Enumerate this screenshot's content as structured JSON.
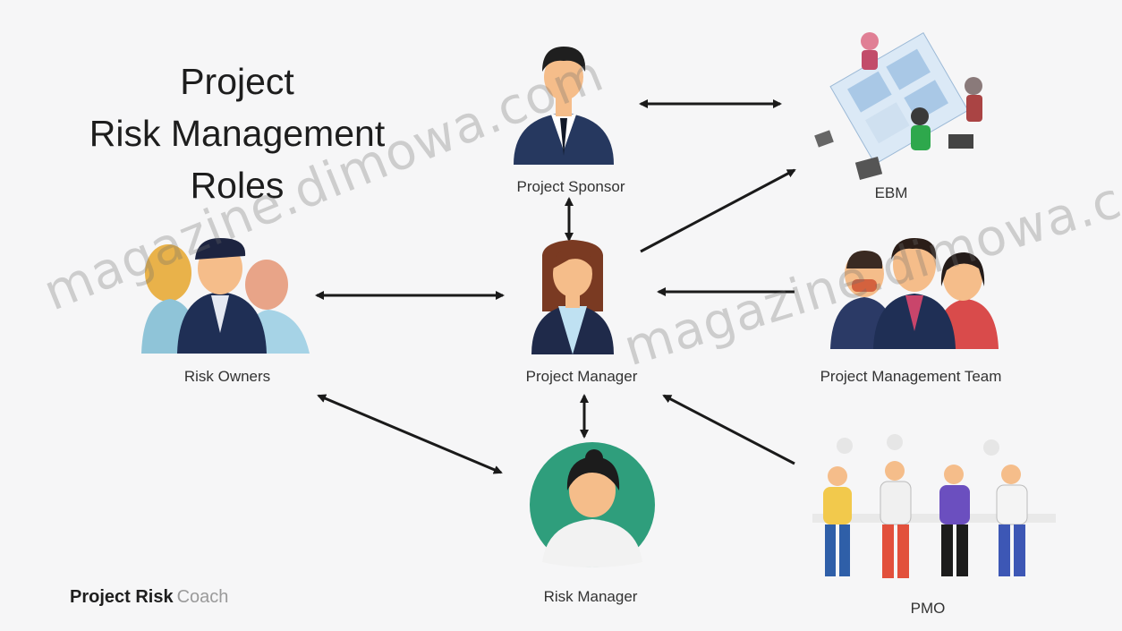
{
  "title": {
    "line1": "Project",
    "line2": "Risk Management",
    "line3": "Roles"
  },
  "nodes": {
    "sponsor": "Project Sponsor",
    "ebm": "EBM",
    "risk_owners": "Risk Owners",
    "project_manager": "Project Manager",
    "pm_team": "Project Management Team",
    "risk_manager": "Risk Manager",
    "pmo": "PMO"
  },
  "brand": {
    "bold": "Project Risk",
    "light": "Coach"
  },
  "watermark": {
    "left": "magazine.dimowa.com",
    "right": "magazine.dimowa.com"
  },
  "colors": {
    "navy": "#26385f",
    "skin": "#f5bd8a",
    "teal": "#2f9e7c",
    "red": "#d94b4b",
    "lightblue": "#bcd4ea"
  }
}
